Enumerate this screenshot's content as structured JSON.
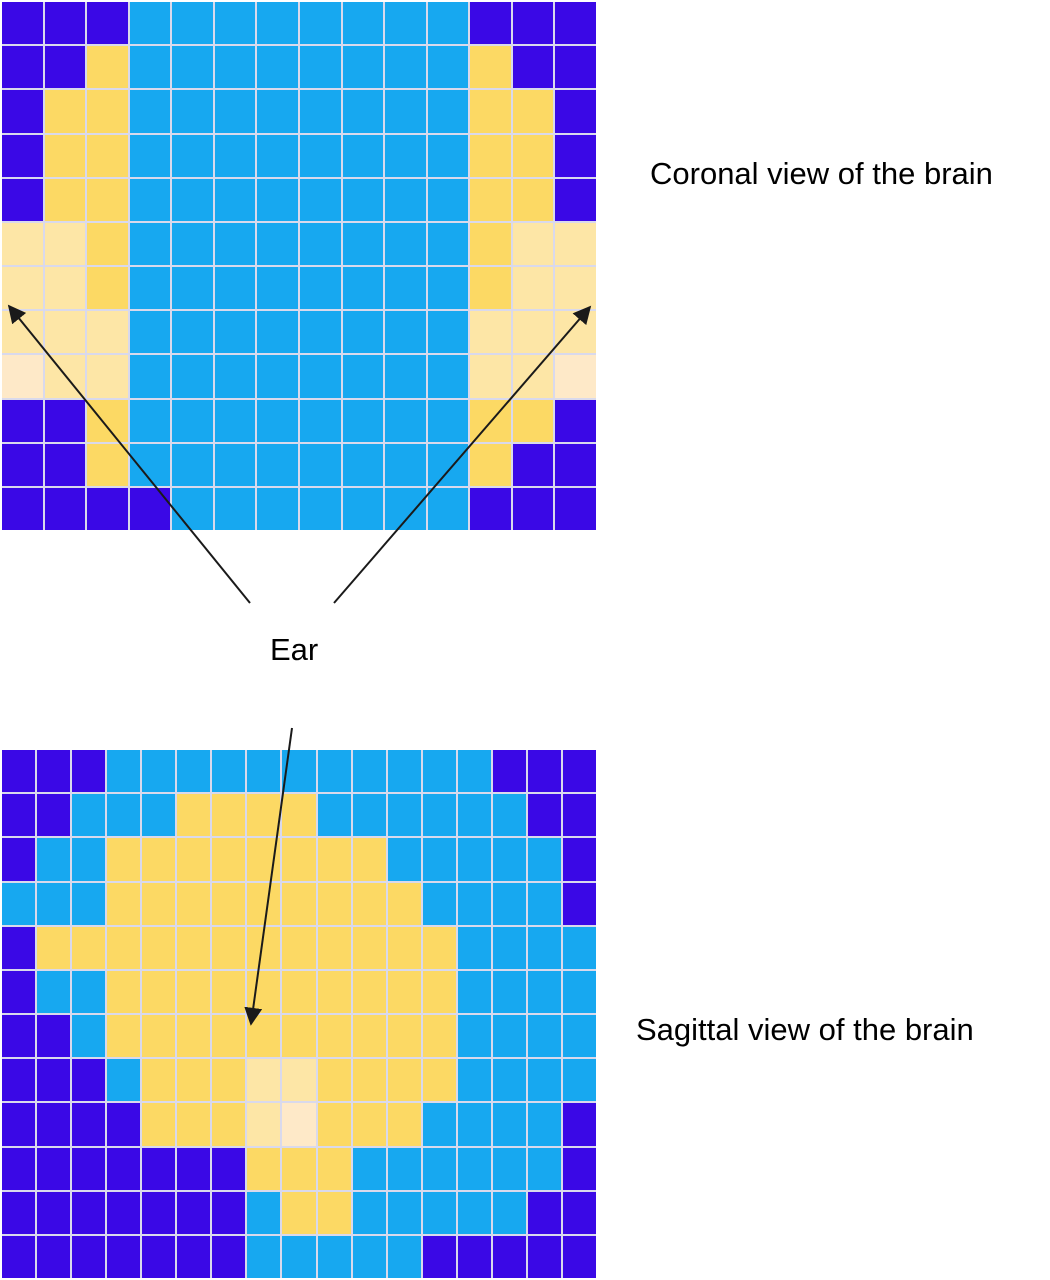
{
  "labels": {
    "coronal": "Coronal view of the brain",
    "sagittal": "Sagittal view of the brain",
    "ear": "Ear"
  },
  "colors": {
    "D": "#3a08e6",
    "C": "#17a8f0",
    "Y": "#fcd964",
    "L": "#fde6a6",
    "P": "#fee9c8",
    "arrow": "#1a1a1a"
  },
  "coronal_grid": [
    "DDDCCCCCCCCDDD",
    "DDYCCCCCCCCYDD",
    "DYYCCCCCCCCYYD",
    "DYYCCCCCCCCYYD",
    "DYYCCCCCCCCYYD",
    "LLYCCCCCCCCYLL",
    "LLYCCCCCCCCYLL",
    "LLLCCCCCCCCLLL",
    "PLLCCCCCCCCLLP",
    "DDYCCCCCCCCYYD",
    "DDYCCCCCCCCYDD",
    "DDDDCCCCCCCDDD"
  ],
  "sagittal_grid": [
    "DDDCCCCCCCCCCCDDD",
    "DDCCCYYYYCCCCCCDD",
    "DCCYYYYYYYYCCCCCD",
    "CCCYYYYYYYYYCCCCD",
    "DYYYYYYYYYYYYCCCC",
    "DCCYYYYYYYYYYCCCC",
    "DDCYYYYYYYYYYCCCC",
    "DDDCYYYLLYYYYCCCC",
    "DDDDYYYLPYYYCCCCD",
    "DDDDDDDYYYCCCCCCD",
    "DDDDDDDCYYCCCCCDD",
    "DDDDDDDCCCCCDDDDD"
  ]
}
